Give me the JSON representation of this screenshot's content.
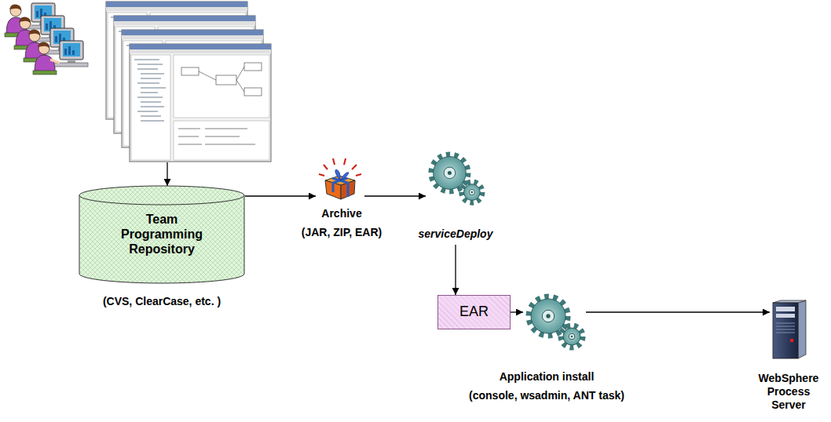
{
  "diagram": {
    "nodes": [
      {
        "text": [
          "Team Programming Repository",
          "(CVS, ClearCase, etc. )"
        ]
      },
      {
        "text": [
          "Archive",
          "(JAR, ZIP, EAR)"
        ]
      },
      {
        "text": [
          "serviceDeploy"
        ]
      },
      {
        "text": [
          "EAR"
        ]
      },
      {
        "text": [
          "Application install",
          "(console, wsadmin, ANT task)"
        ]
      },
      {
        "text": [
          "WebSphere Process Server"
        ]
      }
    ],
    "edges": [
      {
        "from": 0,
        "to": 1,
        "arrow": "to"
      },
      {
        "from": 1,
        "to": 2,
        "arrow": "to"
      },
      {
        "from": 2,
        "to": 3,
        "arrow": "to"
      },
      {
        "from": 3,
        "to": 4,
        "arrow": "to"
      },
      {
        "from": 4,
        "to": 5,
        "arrow": "to"
      }
    ]
  }
}
